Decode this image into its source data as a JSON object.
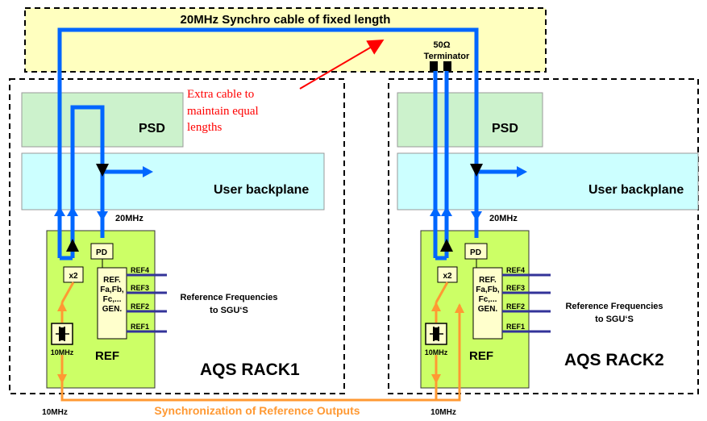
{
  "synchro_cable": {
    "title": "20MHz Synchro cable of fixed length"
  },
  "terminator": {
    "value": "50Ω",
    "label": "Terminator"
  },
  "note": {
    "lines": [
      "Extra cable to",
      "maintain equal",
      "lengths"
    ]
  },
  "racks": [
    {
      "name": "AQS RACK1",
      "psd": "PSD",
      "backplane": "User backplane",
      "signal_20mhz": "20MHz",
      "ref_module": "REF",
      "pd": "PD",
      "x2": "x2",
      "osc": "10MHz",
      "gen_lines": [
        "REF.",
        "Fa,Fb,",
        "Fc,...",
        "GEN."
      ],
      "outputs": [
        "REF4",
        "REF3",
        "REF2",
        "REF1"
      ],
      "ref_freq_lines": [
        "Reference Frequencies",
        "to SGU‘S"
      ],
      "bottom_label": "10MHz"
    },
    {
      "name": "AQS RACK2",
      "psd": "PSD",
      "backplane": "User backplane",
      "signal_20mhz": "20MHz",
      "ref_module": "REF",
      "pd": "PD",
      "x2": "x2",
      "osc": "10MHz",
      "gen_lines": [
        "REF.",
        "Fa,Fb,",
        "Fc,...",
        "GEN."
      ],
      "outputs": [
        "REF4",
        "REF3",
        "REF2",
        "REF1"
      ],
      "ref_freq_lines": [
        "Reference Frequencies",
        "to SGU‘S"
      ],
      "bottom_label": "10MHz"
    }
  ],
  "sync_outputs": {
    "label": "Synchronization of Reference Outputs"
  },
  "colors": {
    "cable_region": "#ffffbf",
    "psd": "#ccf2cc",
    "backplane": "#ccffff",
    "ref_module": "#ccff66",
    "gen_box": "#ffffcc",
    "blue_line": "#0066ff",
    "orange_line": "#ff9933",
    "red_note": "#ff0000",
    "output_lines": "#333399"
  }
}
